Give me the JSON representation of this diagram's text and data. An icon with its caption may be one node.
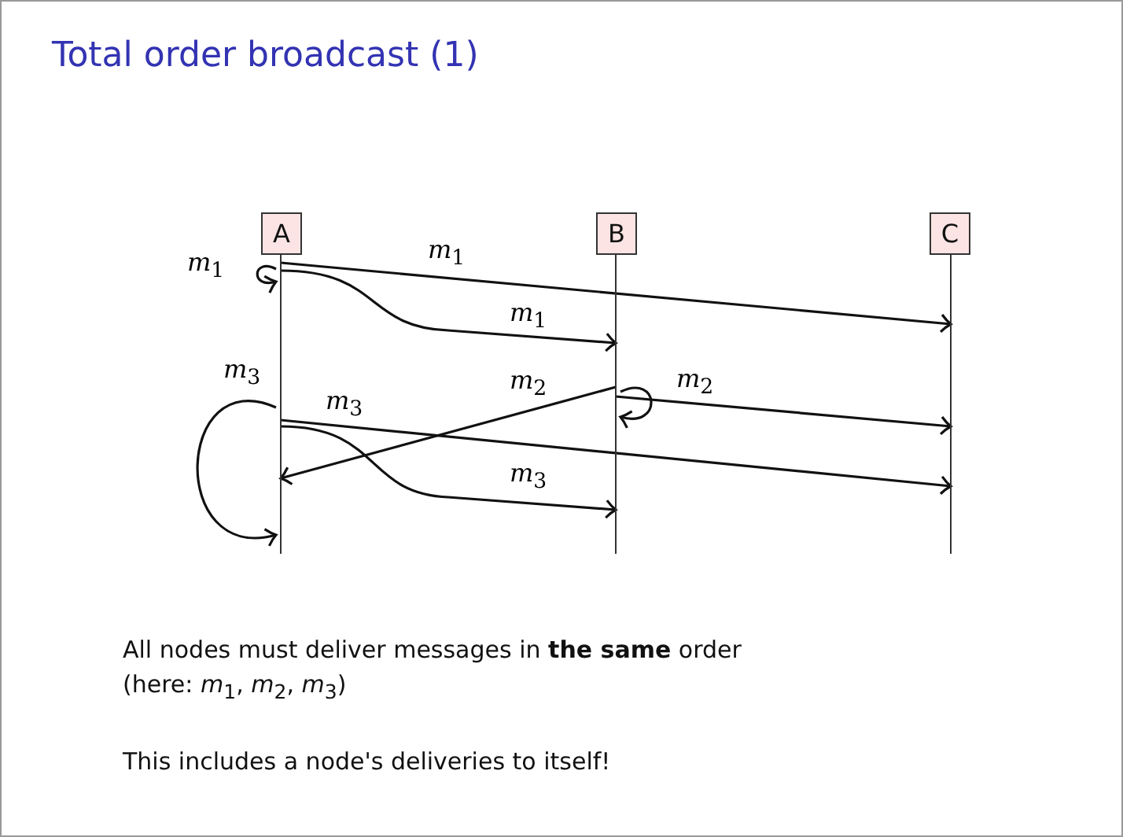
{
  "diagram": {
    "title": "Total order broadcast (1)",
    "nodes": [
      {
        "text": [
          "A"
        ]
      },
      {
        "text": [
          "B"
        ]
      },
      {
        "text": [
          "C"
        ]
      },
      {
        "text": [],
        "shape": "bar"
      },
      {
        "text": [],
        "shape": "bar"
      },
      {
        "text": [],
        "shape": "bar"
      }
    ],
    "edges": [
      {
        "from": 3,
        "to": 3,
        "arrow": "to",
        "label": "*m*$_{1}$"
      },
      {
        "from": 3,
        "to": 5,
        "arrow": "to",
        "label": "*m*$_{1}$"
      },
      {
        "from": 3,
        "to": 4,
        "arrow": "to",
        "label": "*m*$_{1}$"
      },
      {
        "from": 4,
        "to": 3,
        "arrow": "to",
        "label": "*m*$_{2}$"
      },
      {
        "from": 4,
        "to": 4,
        "arrow": "to"
      },
      {
        "from": 4,
        "to": 5,
        "arrow": "to",
        "label": "*m*$_{2}$"
      },
      {
        "from": 3,
        "to": 3,
        "arrow": "to",
        "label": "*m*$_{3}$"
      },
      {
        "from": 3,
        "to": 5,
        "arrow": "to",
        "label": "*m*$_{3}$"
      },
      {
        "from": 3,
        "to": 4,
        "arrow": "to",
        "label": "*m*$_{3}$"
      }
    ],
    "labels": [
      "All nodes must deliver messages in **the same** order",
      "(here: *m*$_{1}$, *m*$_{2}$, *m*$_{3}$)",
      "This includes a node's deliveries to itself!"
    ]
  }
}
